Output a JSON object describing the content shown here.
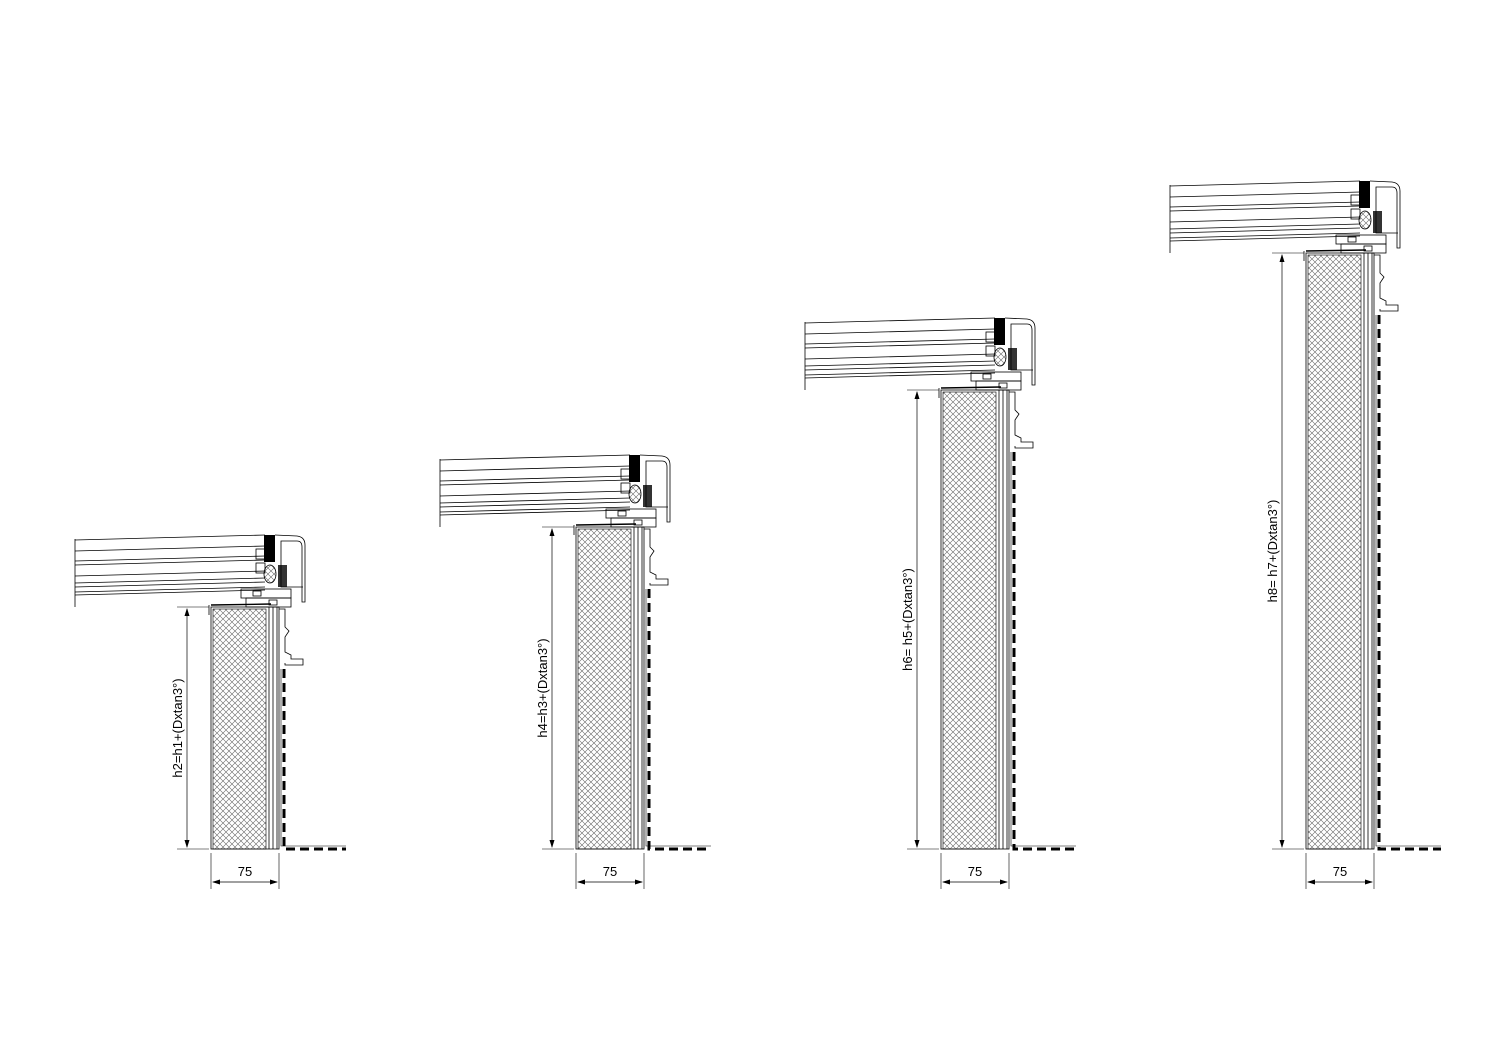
{
  "drawing": {
    "details": [
      {
        "height_label": "h2=h1+(Dxtan3°)",
        "width_label": "75"
      },
      {
        "height_label": "h4=h3+(Dxtan3°)",
        "width_label": "75"
      },
      {
        "height_label": "h6= h5+(Dxtan3°)",
        "width_label": "75"
      },
      {
        "height_label": "h8= h7+(Dxtan3°)",
        "width_label": "75"
      }
    ]
  },
  "colors": {
    "line": "#000000",
    "hatch": "#555555"
  }
}
